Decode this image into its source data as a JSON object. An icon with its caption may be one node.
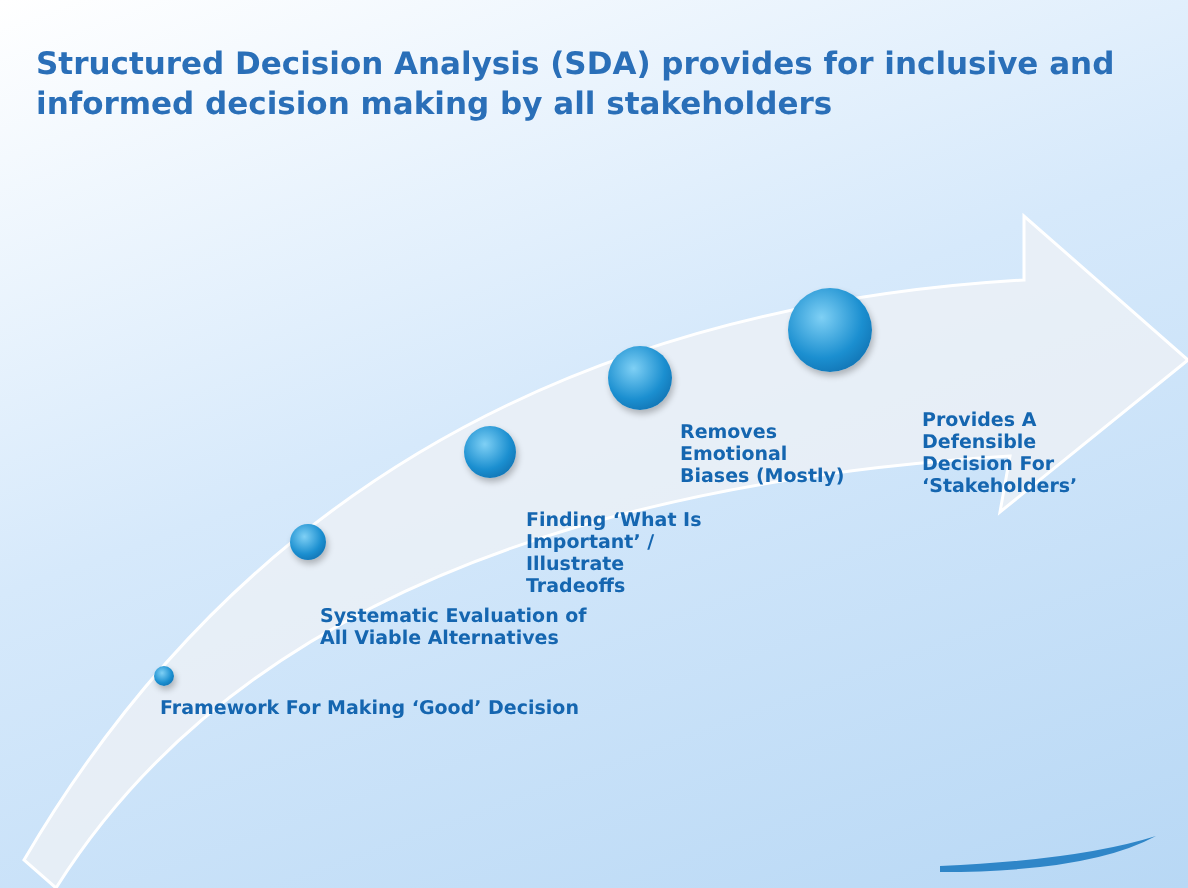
{
  "diagram": {
    "title": "Structured Decision Analysis (SDA) provides for inclusive and informed decision making by all stakeholders",
    "nodes": [
      {
        "text": [],
        "shape": "circle",
        "beside": [
          "Framework For Making ‘Good’ Decision"
        ]
      },
      {
        "text": [],
        "shape": "circle",
        "beside": [
          "Systematic Evaluation of All Viable Alternatives"
        ]
      },
      {
        "text": [],
        "shape": "circle",
        "beside": [
          "Finding ‘What Is Important’ / Illustrate Tradeoffs"
        ]
      },
      {
        "text": [],
        "shape": "circle",
        "beside": [
          "Removes Emotional Biases (Mostly)"
        ]
      },
      {
        "text": [],
        "shape": "circle",
        "beside": [
          "Provides A Defensible Decision For ‘Stakeholders’"
        ]
      }
    ],
    "edges": []
  }
}
